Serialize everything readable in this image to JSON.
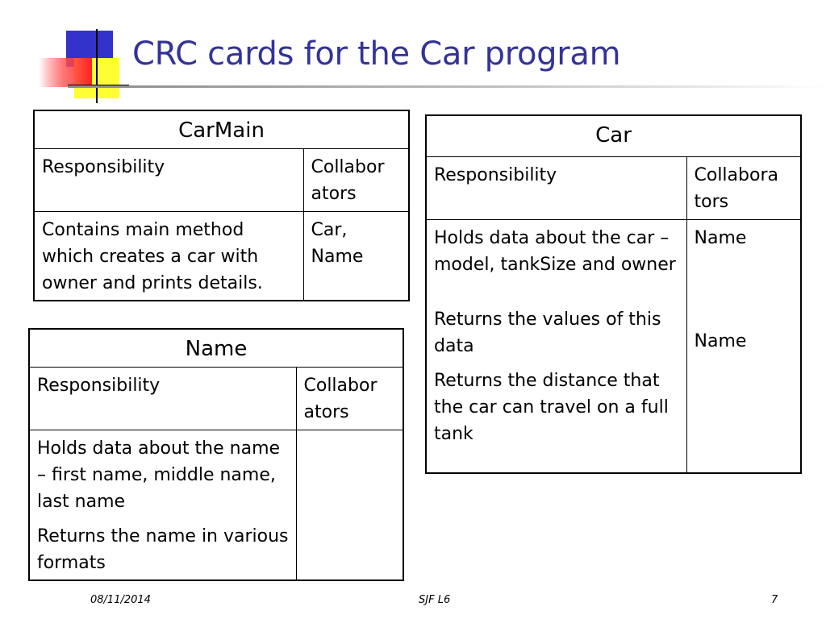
{
  "slide": {
    "title": "CRC cards for the Car program",
    "footer": {
      "date": "08/11/2014",
      "center": "SJF L6",
      "page": "7"
    }
  },
  "cards": {
    "carmain": {
      "name": "CarMain",
      "resp_header": "Responsibility",
      "collab_header": "Collabor ators",
      "rows": [
        {
          "resp": [
            "Contains main method which creates a car with owner and prints details."
          ],
          "collab": [
            "Car, Name"
          ]
        }
      ]
    },
    "car": {
      "name": "Car",
      "resp_header": "Responsibility",
      "collab_header": "Collabora tors",
      "rows": [
        {
          "resp": [
            "Holds data about the car – model, tankSize and owner",
            "Returns the values of this data",
            "Returns the distance that the car can travel on a full tank"
          ],
          "collab": [
            "Name",
            "Name"
          ]
        }
      ]
    },
    "name": {
      "name": "Name",
      "resp_header": "Responsibility",
      "collab_header": "Collabor ators",
      "rows": [
        {
          "resp": [
            "Holds data about the name – first name, middle name, last name",
            "Returns the name in various formats"
          ],
          "collab": []
        }
      ]
    }
  },
  "colors": {
    "title": "#333399",
    "logo_blue": "#3333cc",
    "logo_red": "#ff3333",
    "logo_yellow": "#ffff00"
  }
}
